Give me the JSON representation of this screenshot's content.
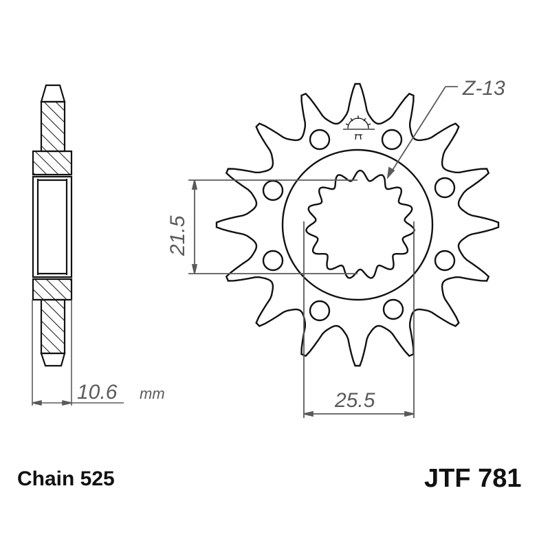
{
  "labels": {
    "chain": "Chain 525",
    "part_number": "JTF 781"
  },
  "dimensions": {
    "thickness": {
      "value": "10.6",
      "unit": "mm"
    },
    "spline_height": "21.5",
    "spline_width": "25.5",
    "teeth_callout": "Z-13"
  },
  "sprocket": {
    "teeth_drawn": 16,
    "bolt_holes": 8,
    "splines": 15
  },
  "colors": {
    "outline": "#111111",
    "dimension": "#5a5a5a",
    "background": "#ffffff"
  }
}
